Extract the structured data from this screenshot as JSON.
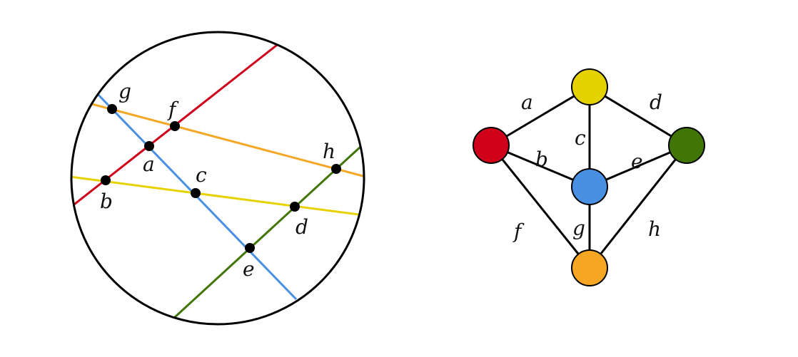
{
  "colors": {
    "red": "#d0021b",
    "blue": "#4a90e2",
    "orange": "#f5a623",
    "yellow": "#e6d200",
    "green": "#417505",
    "stroke": "#000000"
  },
  "left_diagram": {
    "description_labels": {
      "a": "a",
      "b": "b",
      "c": "c",
      "d": "d",
      "e": "e",
      "f": "f",
      "g": "g",
      "h": "h"
    }
  },
  "right_graph": {
    "edge_labels": {
      "a": "a",
      "b": "b",
      "c": "c",
      "d": "d",
      "e": "e",
      "f": "f",
      "g": "g",
      "h": "h"
    }
  }
}
